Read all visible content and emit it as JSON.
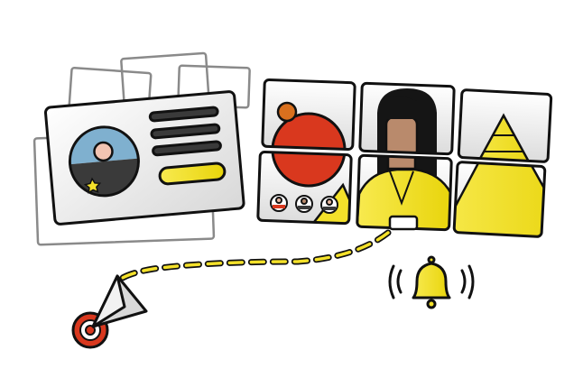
{
  "colors": {
    "outline": "#111111",
    "ghost_card": "#8a8a8a",
    "accent_yellow": "#f4e12a",
    "accent_red": "#d9381e",
    "sky_blue": "#7fb0cf",
    "skin": "#e8b8a0",
    "skin_dark": "#b98a6c",
    "dark_gray": "#3a3a3a",
    "light_gray": "#e6e6e6"
  },
  "icons": [
    "profile-card",
    "video-grid",
    "paper-plane",
    "target",
    "bell"
  ]
}
